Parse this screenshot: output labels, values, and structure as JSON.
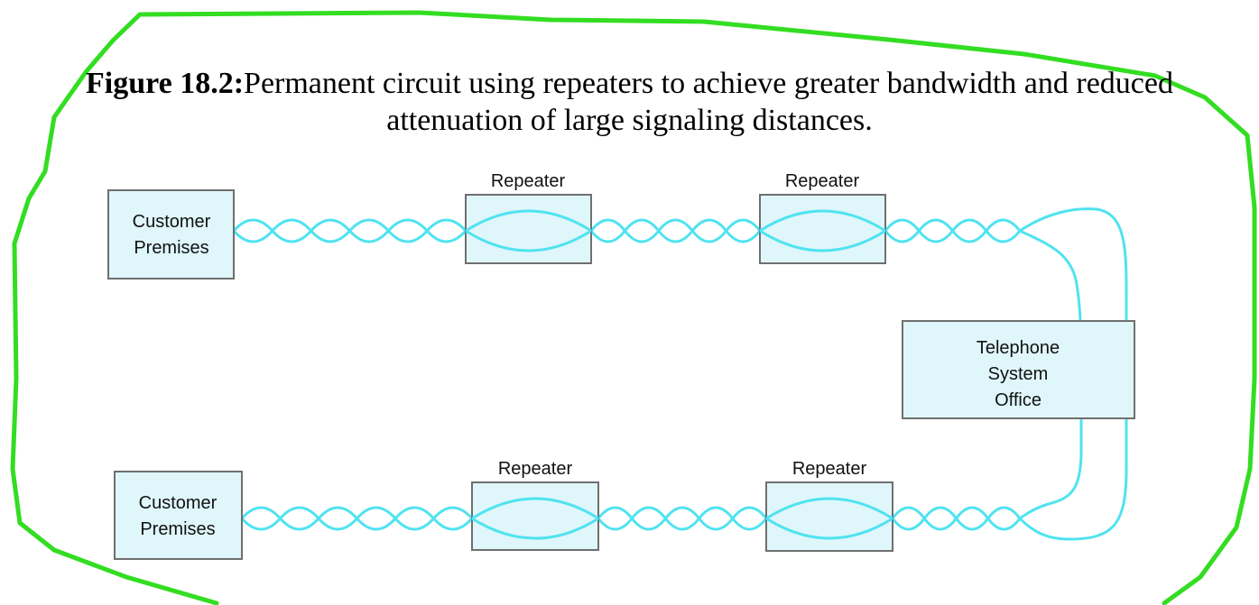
{
  "caption": {
    "number": "Figure 18.2:",
    "text": "Permanent circuit using repeaters to achieve greater bandwidth and reduced attenuation of large signaling distances."
  },
  "nodes": {
    "customer_top": [
      "Customer",
      "Premises"
    ],
    "customer_bottom": [
      "Customer",
      "Premises"
    ],
    "telephone_office": [
      "Telephone",
      "System",
      "Office"
    ]
  },
  "repeaters": {
    "top_left": "Repeater",
    "top_right": "Repeater",
    "bottom_left": "Repeater",
    "bottom_right": "Repeater"
  },
  "colors": {
    "wire": "#4fe3f0",
    "box_fill": "#dff6fb",
    "box_stroke": "#6f6f6f",
    "outline": "#33dd22"
  }
}
